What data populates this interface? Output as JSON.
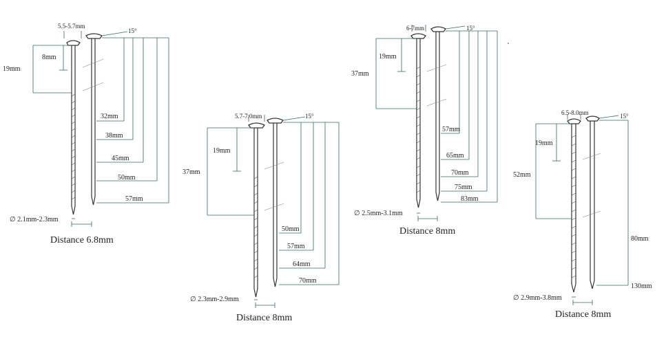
{
  "diagram_1": {
    "head_width": "5.5-5.7mm",
    "angle": "15°",
    "shank_ring": "8mm",
    "first_ring": "19mm",
    "lengths": [
      "32mm",
      "38mm",
      "45mm",
      "50mm",
      "57mm"
    ],
    "diameter": "∅ 2.1mm-2.3mm",
    "distance": "Distance 6.8mm"
  },
  "diagram_2": {
    "head_width": "5.7-7.0mm",
    "angle": "15°",
    "shank_ring": "19mm",
    "first_ring": "37mm",
    "lengths": [
      "50mm",
      "57mm",
      "64mm",
      "70mm"
    ],
    "diameter": "∅ 2.3mm-2.9mm",
    "distance": "Distance 8mm"
  },
  "diagram_3": {
    "head_width": "6-7mm",
    "angle": "15°",
    "shank_ring": "19mm",
    "first_ring": "37mm",
    "lengths": [
      "57mm",
      "65mm",
      "70mm",
      "75mm",
      "83mm"
    ],
    "diameter": "∅ 2.5mm-3.1mm",
    "distance": "Distance 8mm"
  },
  "diagram_4": {
    "head_width": "6.5-8.0mm",
    "angle": "15°",
    "shank_ring": "19mm",
    "first_ring": "52mm",
    "lengths": [
      "80mm",
      "130mm"
    ],
    "diameter": "∅ 2.9mm-3.8mm",
    "distance": "Distance 8mm"
  },
  "colors": {
    "dimension_line": "#2f6e50",
    "nail": "#333333"
  }
}
